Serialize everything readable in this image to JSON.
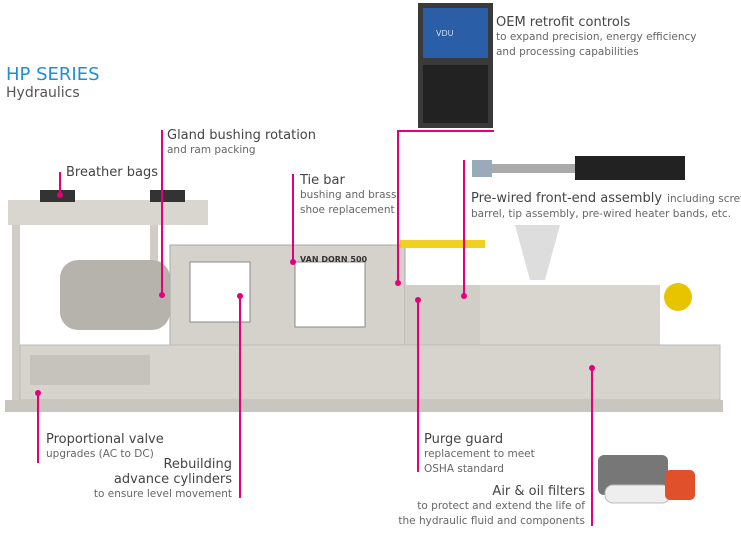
{
  "header": {
    "title": "HP SERIES",
    "subtitle": "Hydraulics"
  },
  "machine": {
    "brand_plate": "VAN DORN 500",
    "screen_label": "VDU"
  },
  "accent_color": "#e4007c",
  "title_color": "#1e8fd6",
  "callouts": [
    {
      "title": "Breather bags",
      "desc": []
    },
    {
      "title": "Gland bushing rotation",
      "desc": [
        "and ram packing"
      ]
    },
    {
      "title": "Tie bar",
      "desc": [
        "bushing and brass",
        "shoe replacement"
      ]
    },
    {
      "title": "OEM retrofit controls",
      "desc": [
        "to expand precision, energy efficiency",
        "and processing capabilities"
      ]
    },
    {
      "title": "Pre-wired front-end assembly",
      "inline_desc": "including screw,",
      "desc": [
        "barrel, tip assembly, pre-wired heater bands, etc."
      ]
    },
    {
      "title": "Proportional valve",
      "desc": [
        "upgrades (AC to DC)"
      ]
    },
    {
      "title": [
        "Rebuilding",
        "advance cylinders"
      ],
      "desc": [
        "to ensure level movement"
      ]
    },
    {
      "title": "Purge guard",
      "desc": [
        "replacement to meet",
        "OSHA standard"
      ]
    },
    {
      "title": "Air & oil filters",
      "desc": [
        "to protect and extend the life of",
        "the hydraulic fluid and components"
      ]
    }
  ]
}
